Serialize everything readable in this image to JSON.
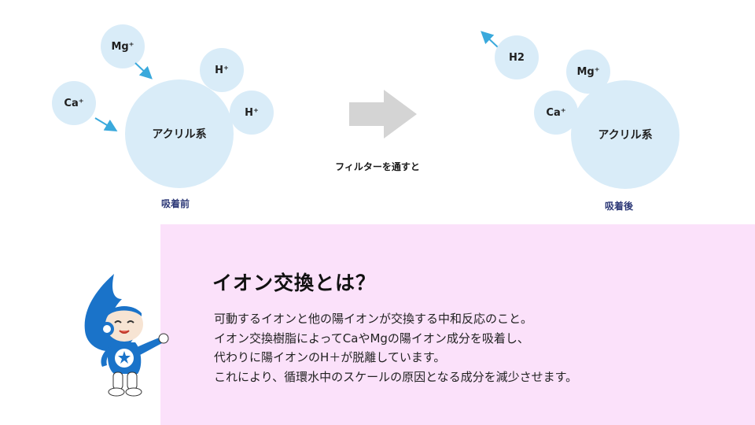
{
  "before": {
    "ions": {
      "mg": "Mg⁺",
      "ca": "Ca⁺",
      "h1": "H⁺",
      "h2": "H⁺"
    },
    "resin": "アクリル系",
    "caption": "吸着前"
  },
  "process_label": "フィルターを通すと",
  "after": {
    "ions": {
      "h2": "H2",
      "mg": "Mg⁺",
      "ca": "Ca⁺"
    },
    "resin": "アクリル系",
    "caption": "吸着後"
  },
  "explanation": {
    "title": "イオン交換とは？",
    "lines": [
      "可動するイオンと他の陽イオンが交換する中和反応のこと。",
      "イオン交換樹脂によってCaやMgの陽イオン成分を吸着し、",
      "代わりに陽イオンのH＋が脱離しています。",
      "これにより、循環水中のスケールの原因となる成分を減少させます。"
    ]
  },
  "colors": {
    "bubble": "#d9ecf8",
    "arrow_small": "#3aa9dc",
    "arrow_big": "#d4d4d4",
    "caption": "#2e3a78",
    "panel": "#fbe1fa",
    "mascot_blue": "#1a73c9"
  }
}
